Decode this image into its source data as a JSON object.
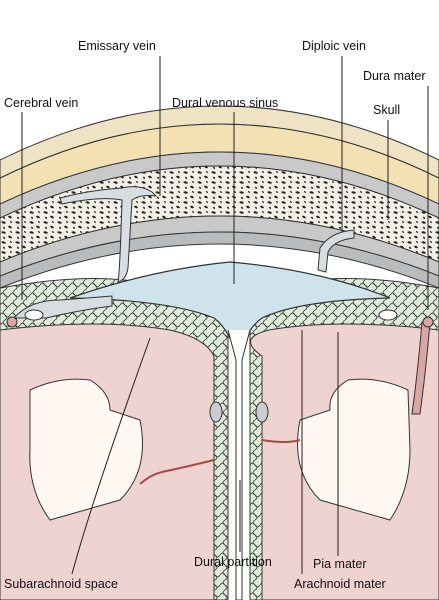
{
  "labels": {
    "emissary_vein": "Emissary vein",
    "diploic_vein": "Diploic vein",
    "dura_mater": "Dura mater",
    "cerebral_vein": "Cerebral vein",
    "dural_venous_sinus": "Dural venous sinus",
    "skull": "Skull",
    "dural_partition": "Dural partition",
    "pia_mater": "Pia mater",
    "subarachnoid_space": "Subarachnoid space",
    "arachnoid_mater": "Arachnoid mater"
  },
  "colors": {
    "scalp_outer": "#f3e1b3",
    "scalp_band": "#efe3c4",
    "skull_table": "#c9c9c9",
    "diploe": "#2a2a2a",
    "dura": "#b9bbbc",
    "sinus_fill": "#cfe3ec",
    "subarachnoid": "#dde9d6",
    "brain": "#efd3d0",
    "white_matter": "#fff7f1",
    "vein_fill": "#d7dde1"
  }
}
